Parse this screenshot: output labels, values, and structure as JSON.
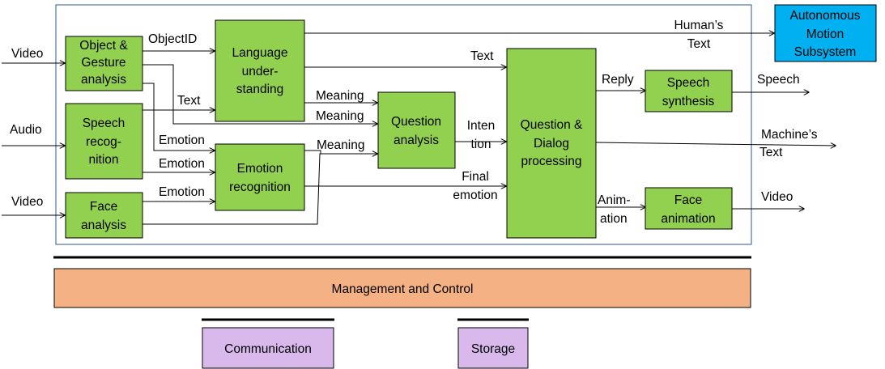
{
  "blocks": {
    "object_gesture": [
      "Object &",
      "Gesture",
      "analysis"
    ],
    "speech_recognition": [
      "Speech",
      "recog-",
      "nition"
    ],
    "face_analysis": [
      "Face",
      "analysis"
    ],
    "language_understanding": [
      "Language",
      "under-",
      "standing"
    ],
    "emotion_recognition": [
      "Emotion",
      "recognition"
    ],
    "question_analysis": [
      "Question",
      "analysis"
    ],
    "question_dialog": [
      "Question &",
      "Dialog",
      "processing"
    ],
    "speech_synthesis": [
      "Speech",
      "synthesis"
    ],
    "face_animation": [
      "Face",
      "animation"
    ],
    "autonomous_motion": [
      "Autonomous",
      "Motion",
      "Subsystem"
    ],
    "management": "Management and Control",
    "communication": "Communication",
    "storage": "Storage"
  },
  "labels": {
    "video_in_top": "Video",
    "audio_in": "Audio",
    "video_in_bottom": "Video",
    "object_id": "ObjectID",
    "text_to_lu": "Text",
    "emotion_1": "Emotion",
    "emotion_2": "Emotion",
    "emotion_3": "Emotion",
    "meaning_1": "Meaning",
    "meaning_2": "Meaning",
    "meaning_3": "Meaning",
    "text_to_qd": "Text",
    "humans_text": [
      "Human’s",
      "Text"
    ],
    "intention": [
      "Inten",
      "tion"
    ],
    "final_emotion": [
      "Final",
      "emotion"
    ],
    "reply": "Reply",
    "speech_out": "Speech",
    "machines_text": [
      "Machine’s",
      "Text"
    ],
    "animation": [
      "Anim-",
      "ation"
    ],
    "video_out": "Video"
  },
  "colors": {
    "process_block": "#92d050",
    "autonomous_block": "#00b0f0",
    "management_block": "#f4b183",
    "support_block": "#d9b8ec",
    "frame": "#2f5597"
  }
}
